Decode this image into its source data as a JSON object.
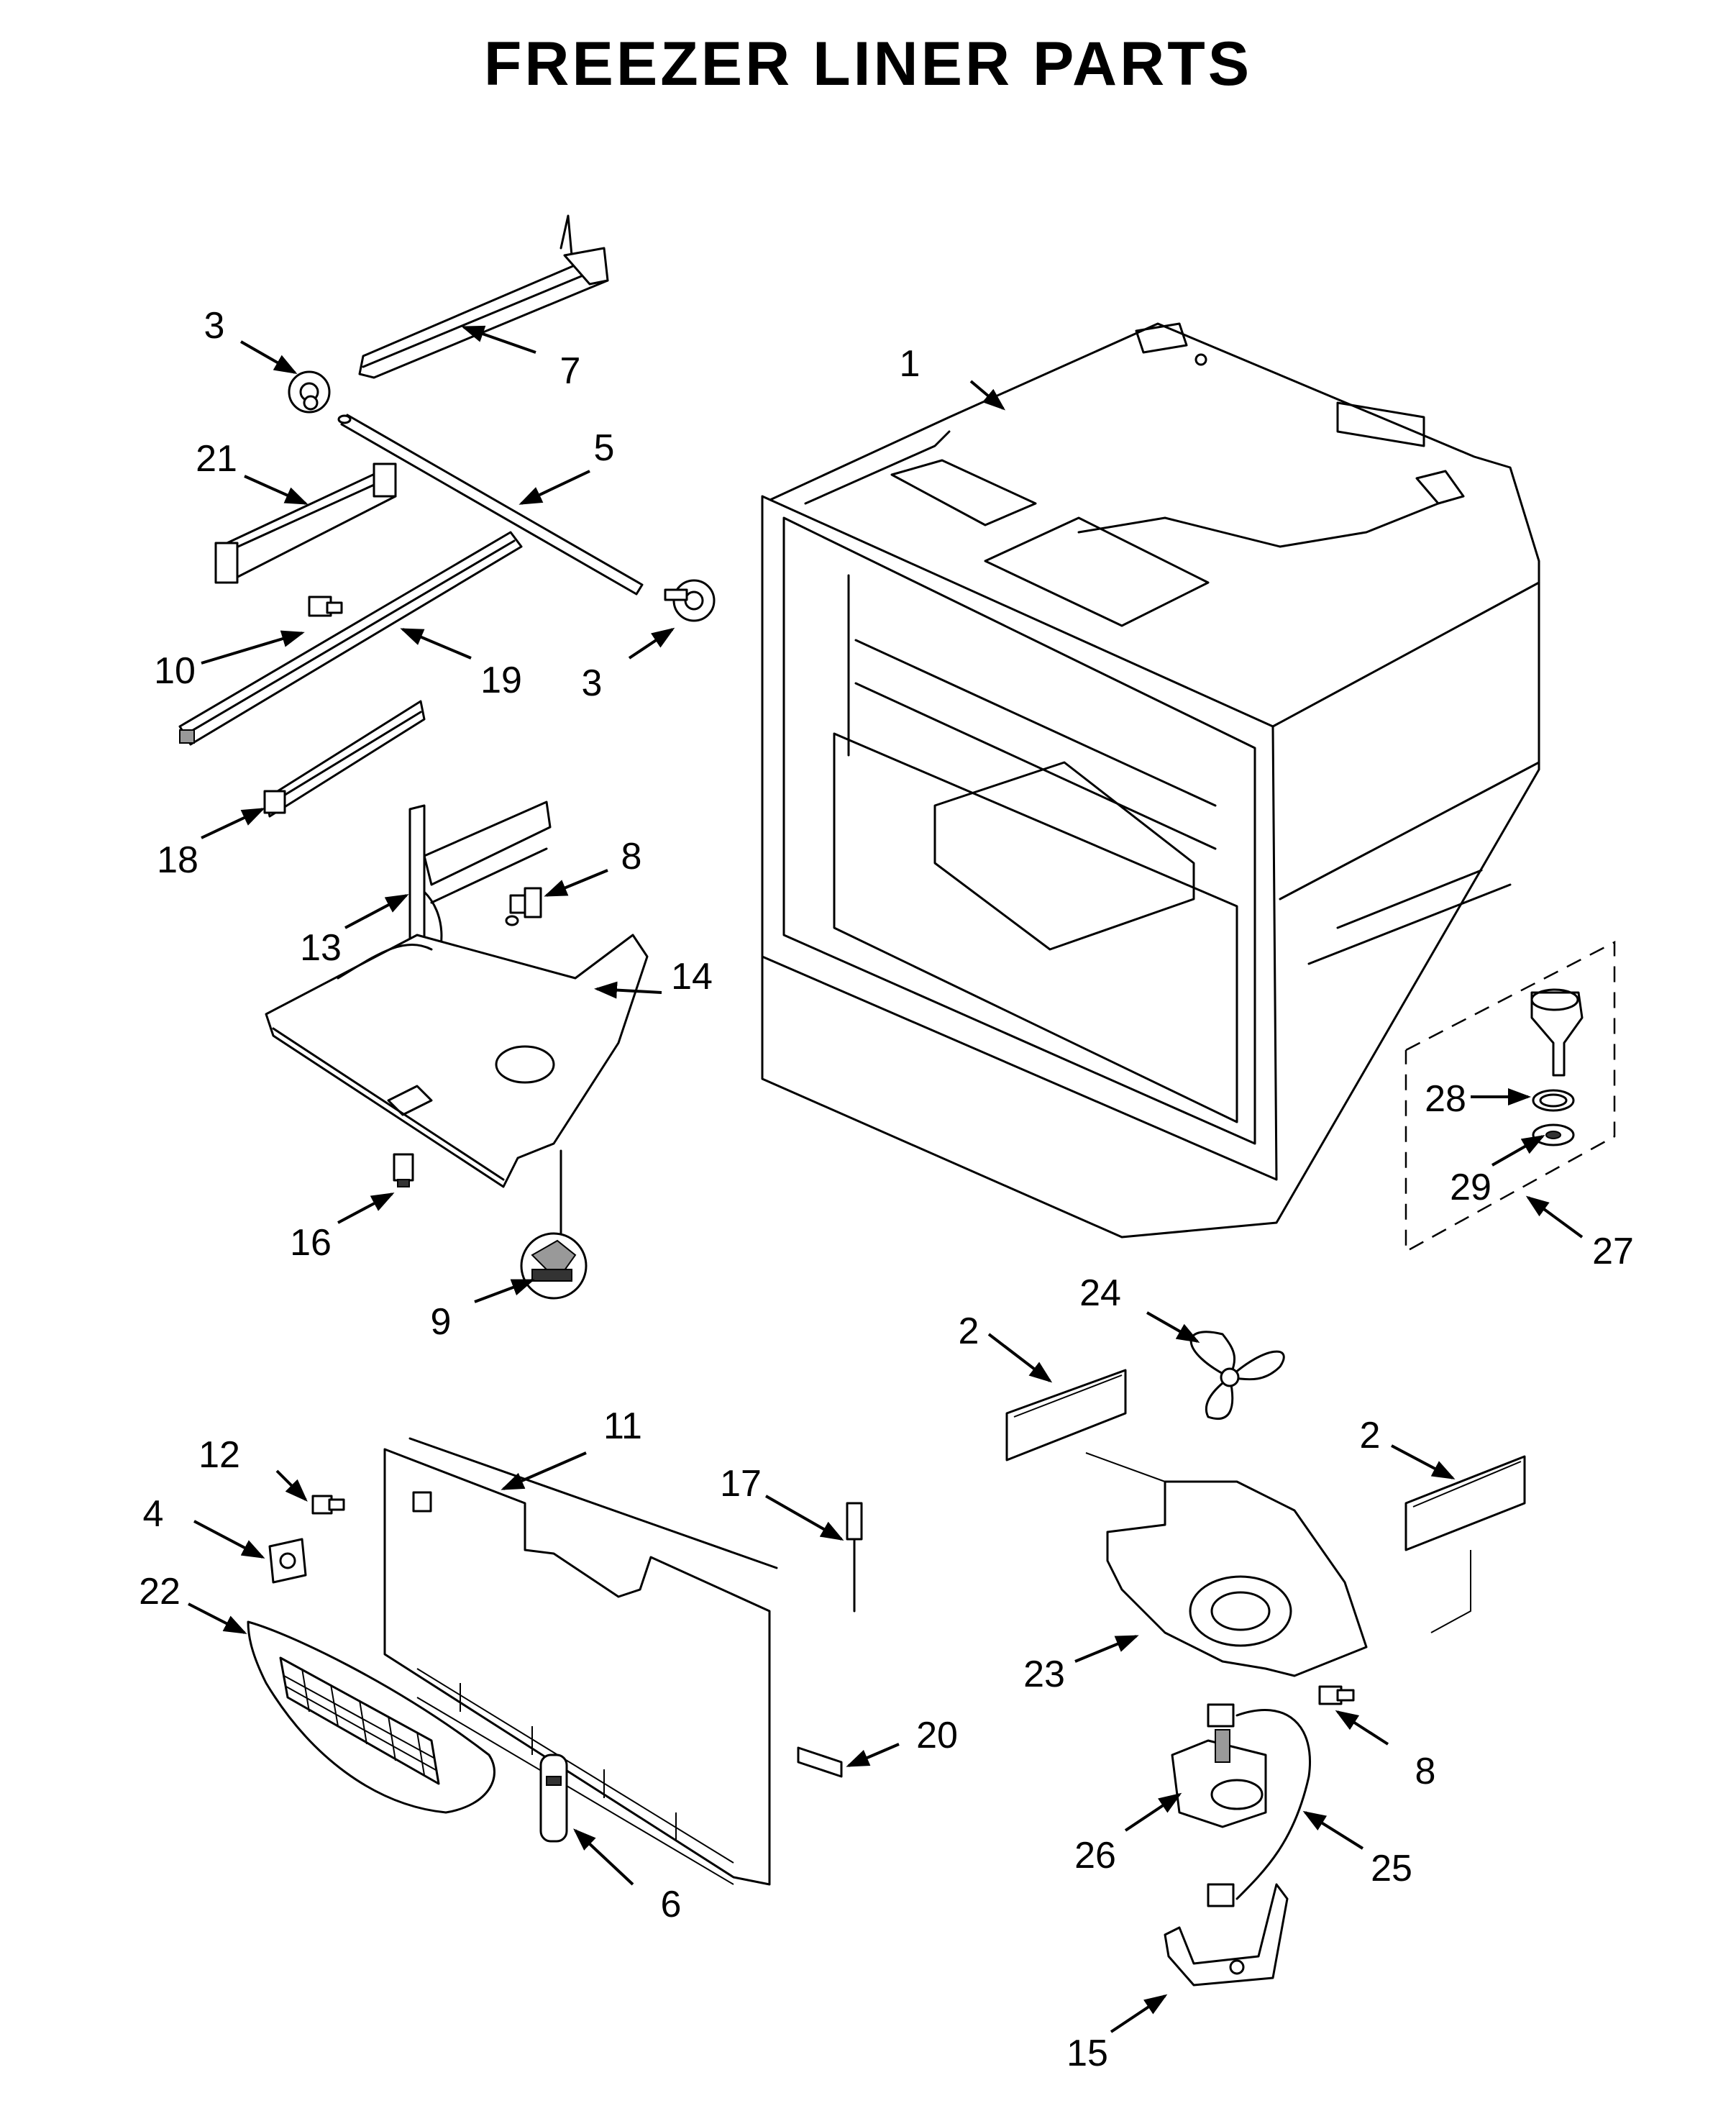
{
  "title": "FREEZER LINER PARTS",
  "callouts": [
    {
      "label": "1",
      "part": "freezer-liner"
    },
    {
      "label": "2",
      "part": "insulation-pad"
    },
    {
      "label": "2",
      "part": "insulation-pad"
    },
    {
      "label": "3",
      "part": "gear"
    },
    {
      "label": "3",
      "part": "gear"
    },
    {
      "label": "4",
      "part": "bracket"
    },
    {
      "label": "5",
      "part": "rod"
    },
    {
      "label": "6",
      "part": "clip"
    },
    {
      "label": "7",
      "part": "rack"
    },
    {
      "label": "8",
      "part": "screw"
    },
    {
      "label": "8",
      "part": "screw"
    },
    {
      "label": "9",
      "part": "motor"
    },
    {
      "label": "10",
      "part": "screw"
    },
    {
      "label": "11",
      "part": "evaporator-cover"
    },
    {
      "label": "12",
      "part": "screw"
    },
    {
      "label": "13",
      "part": "bracket"
    },
    {
      "label": "14",
      "part": "drain-trough"
    },
    {
      "label": "15",
      "part": "motor-bracket"
    },
    {
      "label": "16",
      "part": "clip"
    },
    {
      "label": "17",
      "part": "thermistor"
    },
    {
      "label": "18",
      "part": "slide"
    },
    {
      "label": "19",
      "part": "slide-rail"
    },
    {
      "label": "20",
      "part": "seal"
    },
    {
      "label": "21",
      "part": "slide-support"
    },
    {
      "label": "22",
      "part": "grille"
    },
    {
      "label": "23",
      "part": "fan-shroud"
    },
    {
      "label": "24",
      "part": "fan-blade"
    },
    {
      "label": "25",
      "part": "wire-harness"
    },
    {
      "label": "26",
      "part": "fan-motor"
    },
    {
      "label": "27",
      "part": "drain-kit"
    },
    {
      "label": "28",
      "part": "ring"
    },
    {
      "label": "29",
      "part": "cap"
    }
  ]
}
